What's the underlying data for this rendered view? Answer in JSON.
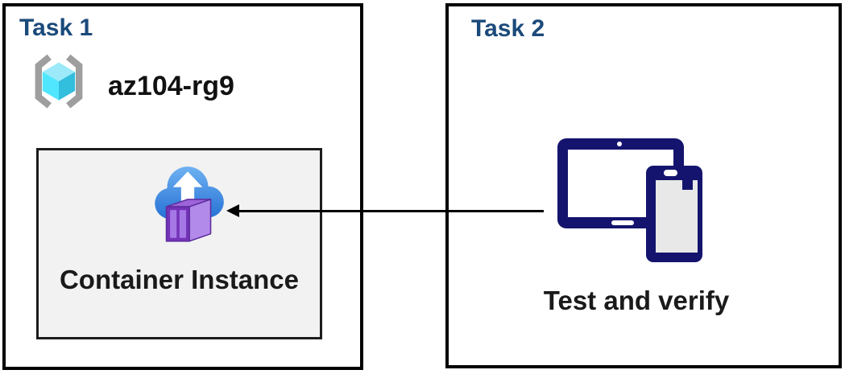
{
  "task1": {
    "title": "Task 1",
    "resource_group_name": "az104-rg9",
    "container_instance_label": "Container Instance"
  },
  "task2": {
    "title": "Task 2",
    "devices_label": "Test and verify"
  },
  "arrow": {
    "direction": "right-to-left",
    "from": "devices",
    "to": "container-instance"
  },
  "icons": {
    "resource_group": "resource-group-icon",
    "container_instance": "container-instance-icon",
    "devices": "devices-icon"
  },
  "colors": {
    "title_blue": "#1B4A7A",
    "box_border": "#000000",
    "inner_box_bg": "#F2F2F2",
    "inner_box_border": "#1C1C1C",
    "text_black": "#1A1A1A",
    "arrow": "#000000",
    "device_navy": "#14146E",
    "device_screen_gray": "#E8E8E8",
    "rg_bracket_gray": "#9E9E9E",
    "rg_cube_top": "#9CEAF9",
    "rg_cube_left": "#50E6FF",
    "rg_cube_right": "#32BEDD",
    "cloud_blue_top": "#6FB1F2",
    "cloud_blue_bottom": "#2470D4",
    "container_front": "#7433B8",
    "container_panel": "#A678E6",
    "container_side": "#B28AEA",
    "container_top": "#9C64D8",
    "container_outline": "#5D2C9E"
  }
}
